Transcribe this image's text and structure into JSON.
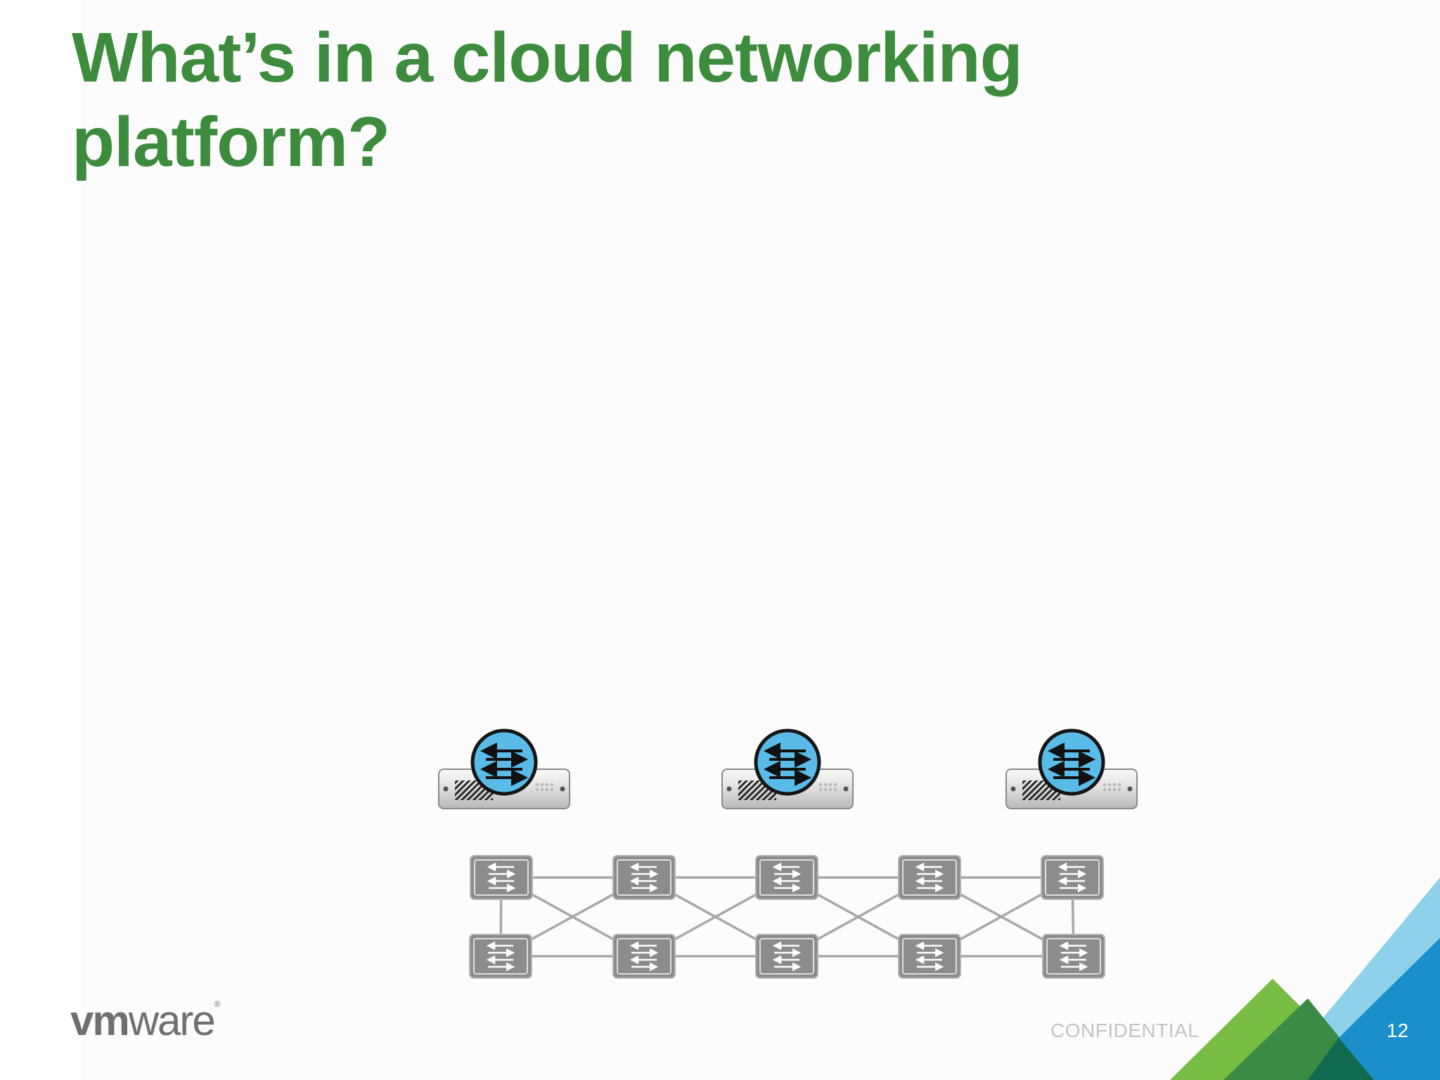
{
  "slide": {
    "title_line1": "What’s in a cloud networking",
    "title_line2": "platform?",
    "footer": {
      "confidential": "CONFIDENTIAL",
      "page_number": "12"
    },
    "logo": {
      "brand_bold": "vm",
      "brand_light": "ware",
      "registered": "®"
    },
    "colors": {
      "title_green": "#3d8b3d",
      "router_blue": "#5bbbe8",
      "switch_gray": "#8c8c8c",
      "corner_green": "#78bc43",
      "corner_dark_green": "#3b8b45",
      "corner_light_blue": "#8fd0ea",
      "corner_blue": "#1a8fc9"
    }
  },
  "diagram": {
    "routers": [
      {
        "icon": "router-icon"
      },
      {
        "icon": "router-icon"
      },
      {
        "icon": "router-icon"
      }
    ],
    "switch_fabric": {
      "icon": "switch-icon",
      "top_row_count": 5,
      "bottom_row_count": 5
    }
  }
}
